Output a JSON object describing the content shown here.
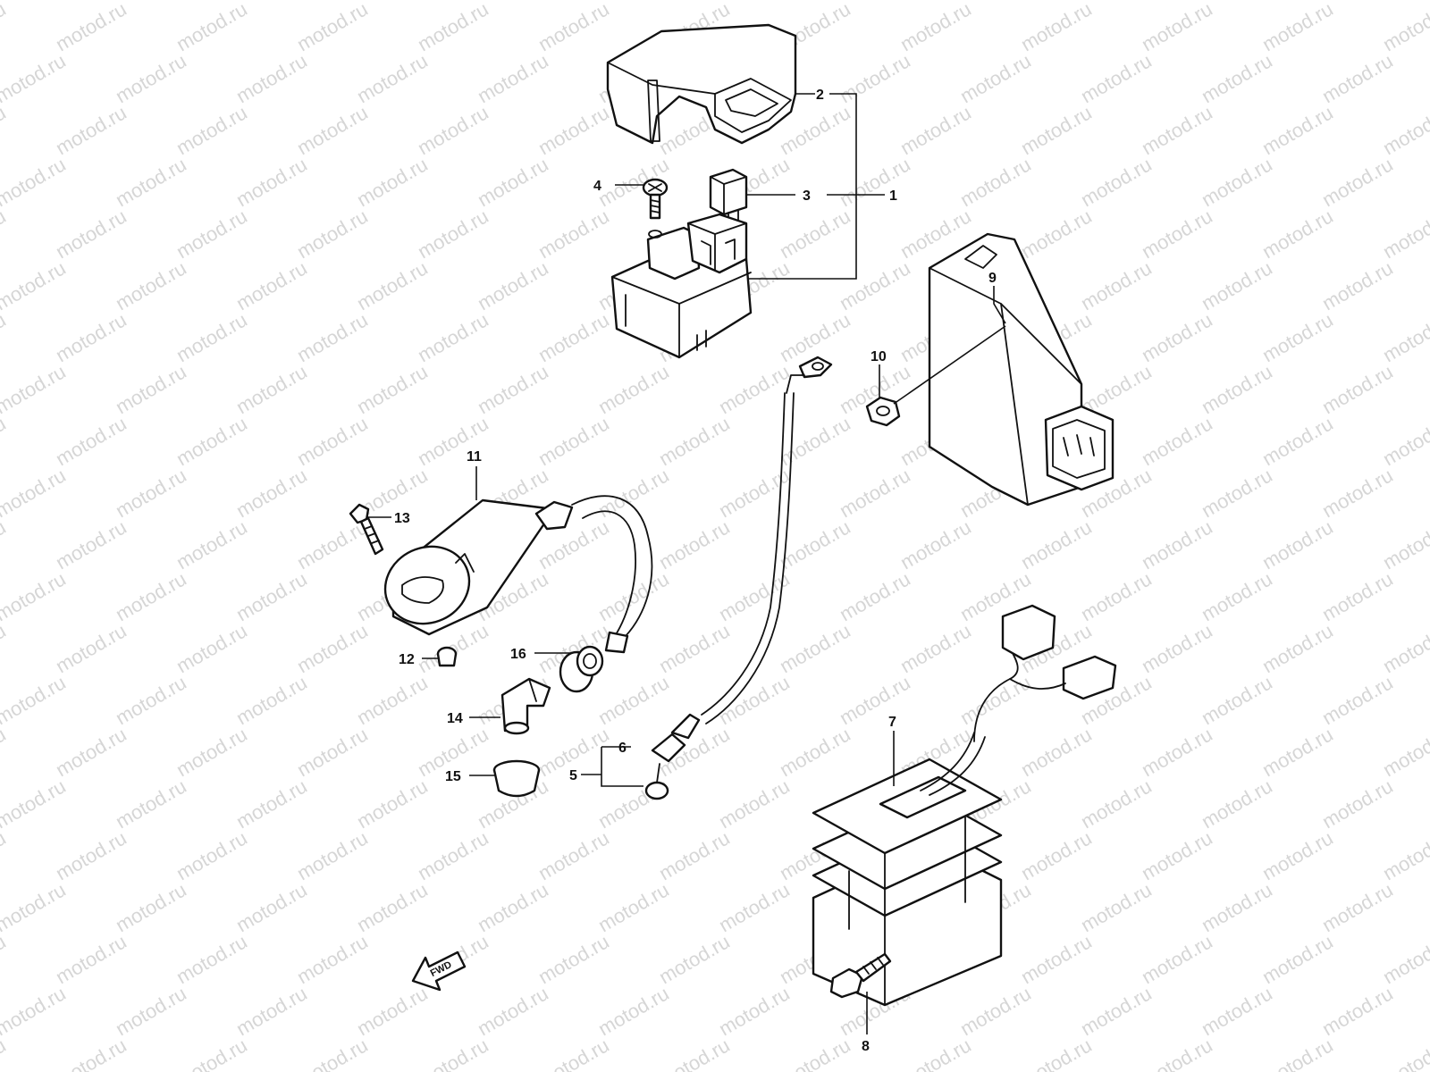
{
  "watermark": {
    "text": "motod.ru",
    "color": "#d6d6d6"
  },
  "direction_badge": {
    "text": "FWD"
  },
  "callouts": [
    {
      "id": "2",
      "label": "2"
    },
    {
      "id": "4",
      "label": "4"
    },
    {
      "id": "3",
      "label": "3"
    },
    {
      "id": "1",
      "label": "1"
    },
    {
      "id": "9",
      "label": "9"
    },
    {
      "id": "10",
      "label": "10"
    },
    {
      "id": "11",
      "label": "11"
    },
    {
      "id": "13",
      "label": "13"
    },
    {
      "id": "12",
      "label": "12"
    },
    {
      "id": "16",
      "label": "16"
    },
    {
      "id": "14",
      "label": "14"
    },
    {
      "id": "6",
      "label": "6"
    },
    {
      "id": "5",
      "label": "5"
    },
    {
      "id": "15",
      "label": "15"
    },
    {
      "id": "7",
      "label": "7"
    },
    {
      "id": "8",
      "label": "8"
    }
  ]
}
